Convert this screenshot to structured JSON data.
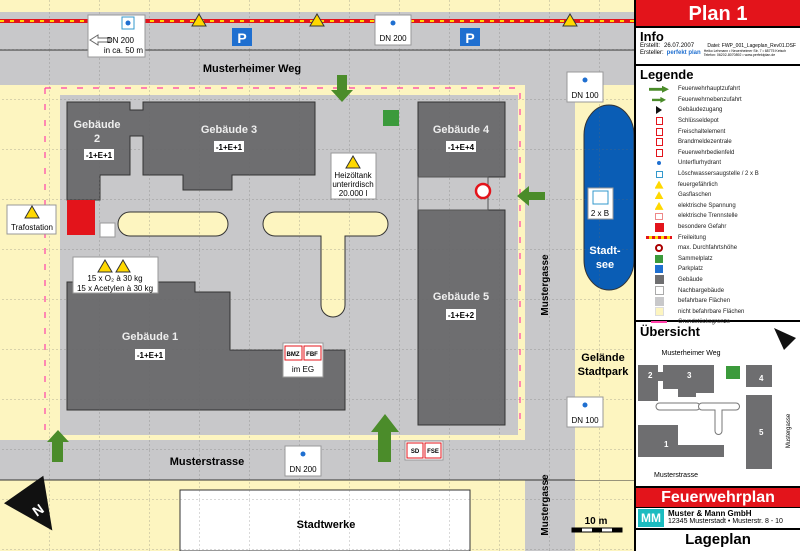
{
  "map": {
    "streets": {
      "top": "Musterheimer Weg",
      "bottom": "Musterstrasse",
      "right_upper": "Mustergasse",
      "right_lower": "Mustergasse"
    },
    "buildings": [
      {
        "name": "Gebäude 2",
        "line1": "Gebäude",
        "line2": "2",
        "floors": "-1+E+1"
      },
      {
        "name": "Gebäude 3",
        "floors": "-1+E+1"
      },
      {
        "name": "Gebäude 4",
        "floors": "-1+E+4"
      },
      {
        "name": "Gebäude 5",
        "floors": "-1+E+2"
      },
      {
        "name": "Gebäude 1",
        "floors": "-1+E+1"
      }
    ],
    "hydrant_top_left": {
      "label": "DN 200",
      "sub": "in ca. 50 m"
    },
    "hydrant_top_mid": "DN 200",
    "hydrant_right_top": "DN 100",
    "hydrant_right_bottom": "DN 100",
    "hydrant_bottom": "DN 200",
    "suction": "2 x B",
    "lake": {
      "line1": "Stadt-",
      "line2": "see"
    },
    "park": {
      "line1": "Gelände",
      "line2": "Stadtpark"
    },
    "tank": {
      "line1": "Heizöltank",
      "line2": "unterirdisch",
      "line3": "20.000 l"
    },
    "trafo": "Trafostation",
    "gas": {
      "line1": "15 x O₂ à 30 kg",
      "line2": "15 x Acetylen à 30 kg"
    },
    "bmz": "BMZ",
    "fbf": "FBF",
    "bmz_location": "im EG",
    "sd": "SD",
    "fse": "FSE",
    "parking": "P",
    "stadtwerke": "Stadtwerke",
    "scale": "10 m",
    "north": "N"
  },
  "panel": {
    "plan_title": "Plan 1",
    "info": {
      "heading": "Info",
      "created_label": "Erstellt:",
      "created": "26.07.2007",
      "file": "Datei: FWP_001_Lageplan_Rev01.DSF",
      "author_label": "Ersteller:",
      "author_logo": "perfekt plan",
      "author_address": "Heiko Lehmann • Neuenheimer Str. 7 • 68775 Ketsch",
      "author_contact": "Telefon: 06202-8070892 • www.perfektplan.de"
    },
    "legend": {
      "heading": "Legende",
      "items": [
        {
          "icon": "arrow-main",
          "label": "Feuerwehrhauptzufahrt"
        },
        {
          "icon": "arrow-secondary",
          "label": "Feuerwehrnebenzufahrt"
        },
        {
          "icon": "triangle",
          "label": "Gebäudezugang"
        },
        {
          "icon": "sd-box",
          "label": "Schlüsseldepot"
        },
        {
          "icon": "fse-box",
          "label": "Freischaltelement"
        },
        {
          "icon": "bmz-box",
          "label": "Brandmeldezentrale"
        },
        {
          "icon": "fbf-box",
          "label": "Feuerwehrbedienfeld"
        },
        {
          "icon": "hydrant",
          "label": "Unterflurhydrant"
        },
        {
          "icon": "suction",
          "label": "Löschwassersaugstelle / 2 x B"
        },
        {
          "icon": "warning-fire",
          "label": "feuergefährlich"
        },
        {
          "icon": "warning-gas",
          "label": "Gasflaschen"
        },
        {
          "icon": "warning-electric",
          "label": "elektrische Spannung"
        },
        {
          "icon": "switch",
          "label": "elektrische Trennstelle"
        },
        {
          "icon": "red-square",
          "label": "besondere Gefahr"
        },
        {
          "icon": "power-line",
          "label": "Freileitung"
        },
        {
          "icon": "height-sign",
          "label": "max. Durchfahrtshöhe"
        },
        {
          "icon": "assembly",
          "label": "Sammelplatz"
        },
        {
          "icon": "parking",
          "label": "Parkplatz"
        },
        {
          "icon": "building",
          "label": "Gebäude"
        },
        {
          "icon": "neighbor",
          "label": "Nachbargebäude"
        },
        {
          "icon": "drivable",
          "label": "befahrbare Flächen"
        },
        {
          "icon": "non-drivable",
          "label": "nicht befahrbare Flächen"
        },
        {
          "icon": "boundary",
          "label": "Grundstücksgrenze"
        }
      ]
    },
    "overview": {
      "heading": "Übersicht",
      "street_top": "Musterheimer Weg",
      "street_bottom": "Musterstrasse",
      "street_right": "Mustergasse",
      "b1": "1",
      "b2": "2",
      "b3": "3",
      "b4": "4",
      "b5": "5"
    },
    "footer": {
      "title": "Feuerwehrplan",
      "company_logo": "MM",
      "company": "Muster & Mann GmbH",
      "address": "12345 Musterstadt • Musterstr. 8 - 10",
      "subtitle": "Lageplan"
    }
  },
  "colors": {
    "red": "#e3141b",
    "building": "#6e6e70",
    "drivable": "#c8c8ca",
    "non_drivable": "#fdf5c0",
    "lake": "#0a5db5",
    "green": "#4b8c2a",
    "boundary": "#ff3fa8"
  }
}
